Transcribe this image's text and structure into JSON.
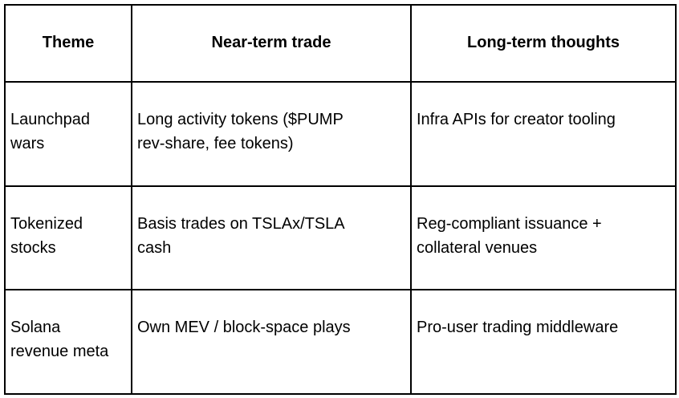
{
  "page": {
    "background_color": "#ffffff",
    "border_color": "#000000",
    "text_color": "#000000"
  },
  "table": {
    "headers": [
      "Theme",
      "Near-term trade",
      "Long-term thoughts"
    ],
    "rows": [
      {
        "cells": [
          "Launchpad\nwars",
          "Long activity tokens ($PUMP\nrev-share, fee tokens)",
          "Infra APIs for creator tooling"
        ]
      },
      {
        "cells": [
          "Tokenized\nstocks",
          "Basis trades on TSLAx/TSLA\ncash",
          "Reg-compliant issuance +\ncollateral venues"
        ]
      },
      {
        "cells": [
          "Solana\nrevenue meta",
          "Own MEV / block-space plays",
          "Pro-user trading middleware"
        ]
      }
    ]
  }
}
